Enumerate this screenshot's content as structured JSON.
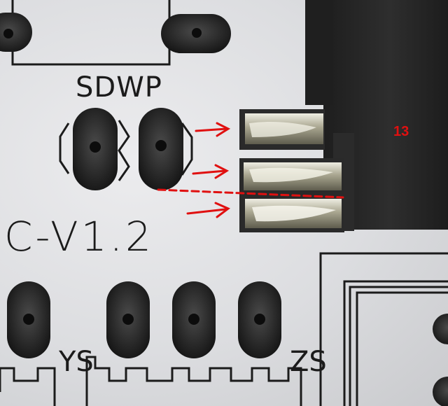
{
  "board": {
    "label_sdwp": "SDWP",
    "label_version": "C-V1.2",
    "label_ys": "YS",
    "label_zs": "ZS"
  },
  "annotation": {
    "number_label": "13",
    "color": "#e01010"
  },
  "colors": {
    "pcb_white": "#e4e5e8",
    "silkscreen": "#1b1b1b",
    "connector_body": "#262626",
    "solder_joint": "#b9b7a8"
  }
}
